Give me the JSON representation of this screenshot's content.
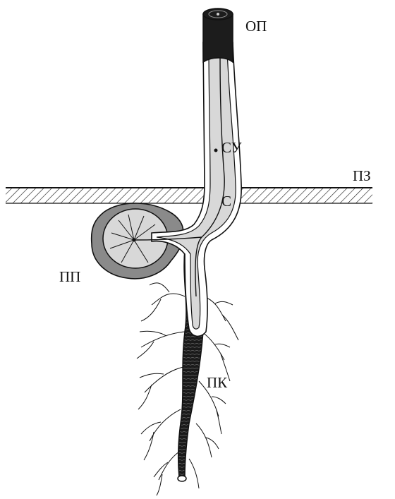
{
  "labels": {
    "op": "ОП",
    "su": "СУ",
    "pz": "ПЗ",
    "s": "С",
    "pp": "ПП",
    "pk": "ПК"
  },
  "colors": {
    "outline": "#111111",
    "tissue_light": "#d8d8d8",
    "tissue_dark": "#8a8a8a",
    "bark": "#1c1c1c"
  }
}
